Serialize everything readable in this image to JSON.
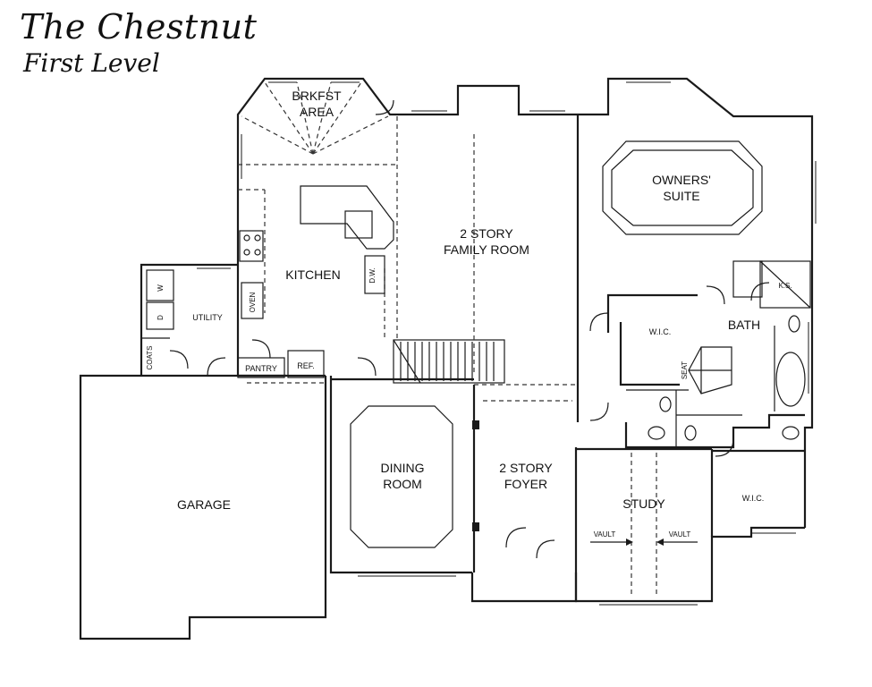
{
  "title": "The Chestnut",
  "subtitle": "First Level",
  "rooms": {
    "brkfst_line1": "BRKFST",
    "brkfst_line2": "AREA",
    "kitchen": "KITCHEN",
    "family_line1": "2 STORY",
    "family_line2": "FAMILY ROOM",
    "owners_line1": "OWNERS'",
    "owners_line2": "SUITE",
    "bath": "BATH",
    "utility": "UTILITY",
    "garage": "GARAGE",
    "dining_line1": "DINING",
    "dining_line2": "ROOM",
    "foyer_line1": "2 STORY",
    "foyer_line2": "FOYER",
    "study": "STUDY",
    "wic_upper": "W.I.C.",
    "wic_lower": "W.I.C.",
    "pantry": "PANTRY",
    "ref": "REF.",
    "oven": "OVEN",
    "dw": "D.W.",
    "coats": "COATS",
    "washer": "W",
    "dryer": "D",
    "seat": "SEAT",
    "ks": "K.S.",
    "vault_left": "VAULT",
    "vault_right": "VAULT"
  }
}
